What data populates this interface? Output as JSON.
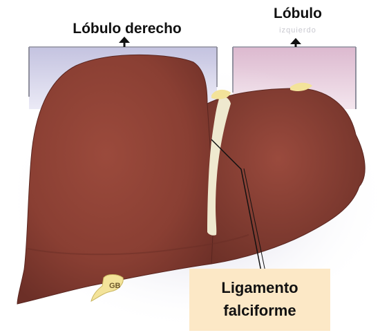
{
  "labels": {
    "right_lobe": "Lóbulo derecho",
    "left_lobe": "Lóbulo",
    "left_lobe_faded": "izquierdo",
    "ligament_line1": "Ligamento",
    "ligament_line2": "falciforme",
    "gallbladder": "GB"
  },
  "colors": {
    "liver": "#8a3f33",
    "liver_edge": "#5a2620",
    "ligament": "#efe9cf",
    "fat": "#f3e39a",
    "right_panel": "#c9c7e2",
    "left_panel": "#e2c2d5",
    "callout_box": "#fce8c6",
    "arrow": "#111111"
  }
}
